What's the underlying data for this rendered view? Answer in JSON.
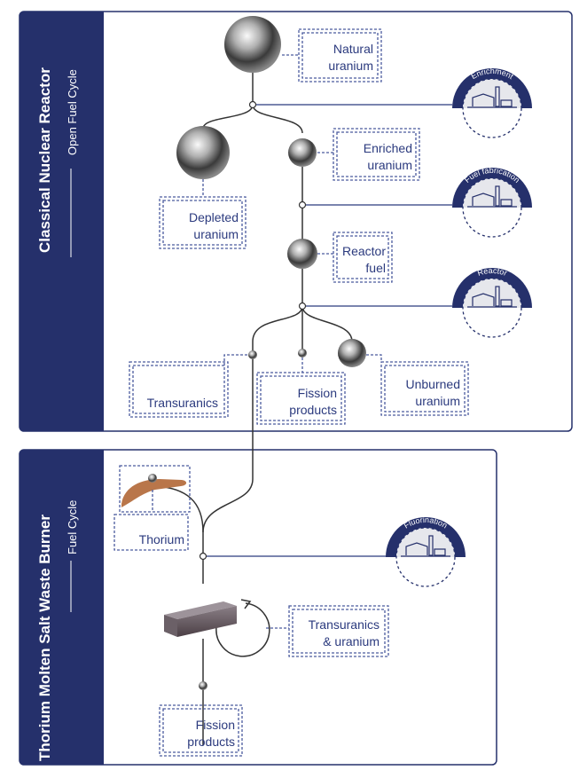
{
  "colors": {
    "navy": "#25306b",
    "label": "#2b3a7e",
    "badge_bg": "#e6e7ec"
  },
  "panel1": {
    "title": "Classical Nuclear Reactor",
    "subtitle": "Open Fuel Cycle"
  },
  "panel2": {
    "title": "Thorium Molten Salt Waste Burner",
    "subtitle": "Fuel Cycle"
  },
  "labels": {
    "natural": [
      "Natural",
      "uranium"
    ],
    "enriched": [
      "Enriched",
      "uranium"
    ],
    "depleted": [
      "Depleted",
      "uranium"
    ],
    "fuel": [
      "Reactor",
      "fuel"
    ],
    "transuranics": "Transuranics",
    "fission1": [
      "Fission",
      "products"
    ],
    "unburned": [
      "Unburned",
      "uranium"
    ],
    "thorium": "Thorium",
    "tru_u": [
      "Transuranics",
      "& uranium"
    ],
    "fission2": [
      "Fission",
      "products"
    ]
  },
  "badges": {
    "enrichment": "Enrichment",
    "fabrication": "Fuel fabrication",
    "reactor": "Reactor",
    "fluorination": "Fluorination"
  }
}
